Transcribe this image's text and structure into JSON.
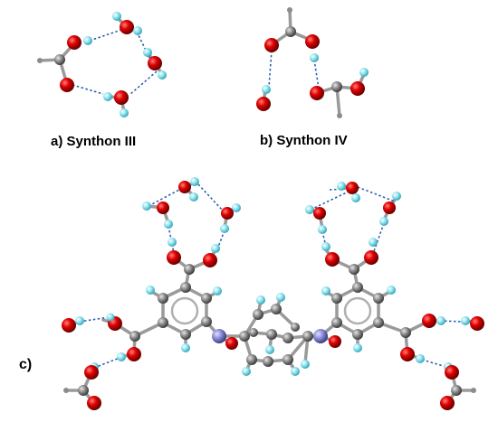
{
  "labels": {
    "a": "a) Synthon III",
    "b": "b) Synthon IV",
    "c": "c)"
  },
  "colors": {
    "oxygen": "#e00000",
    "hydrogen": "#7fe0ee",
    "carbon": "#8c8c8c",
    "nitrogen": "#8a8ad8",
    "bond": "#9a9a9a",
    "hbond": "#2f5fb0"
  }
}
